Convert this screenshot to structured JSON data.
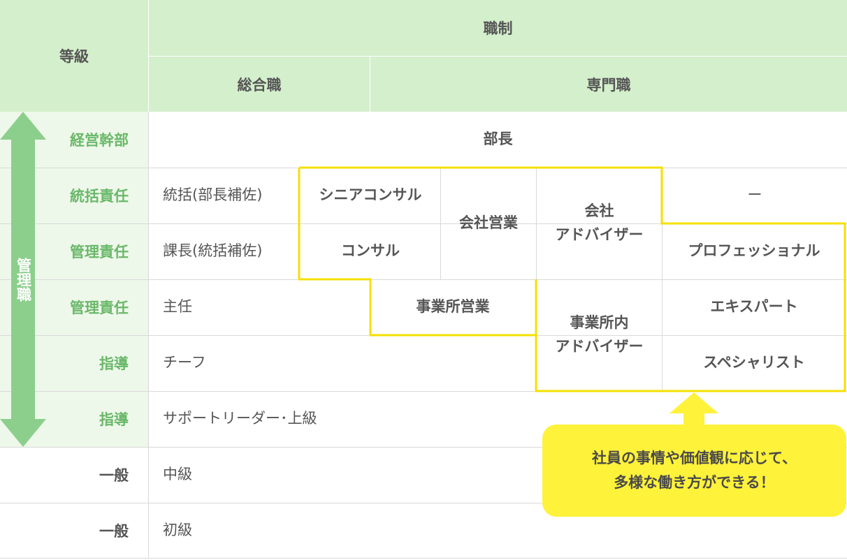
{
  "header": {
    "grade": "等級",
    "job_system": "職制",
    "general": "総合職",
    "specialist": "専門職"
  },
  "side_label": "管理職",
  "grades": [
    "経営幹部",
    "統括責任",
    "管理責任",
    "管理責任",
    "指導",
    "指導",
    "一般",
    "一般"
  ],
  "general_roles": [
    "統括(部長補佐)",
    "課長(統括補佐)",
    "主任",
    "チーフ",
    "サポートリーダー･上級",
    "中級",
    "初級"
  ],
  "top_role": "部長",
  "tracks": {
    "senior_consul": "シニアコンサル",
    "consul": "コンサル",
    "company_sales": "会社営業",
    "office_sales": "事業所営業",
    "company_adviser": "会社\nアドバイザー",
    "office_adviser": "事業所内\nアドバイザー",
    "dash": "ー",
    "professional": "プロフェッショナル",
    "expert": "エキスパート",
    "specialist": "スペシャリスト"
  },
  "callout": "社員の事情や価値観に応じて、\n多様な働き方ができる！",
  "colors": {
    "header_bg": "#d4efcc",
    "side_bg": "#eef8ea",
    "arrow": "#8ccf8c",
    "highlight": "#f5e000",
    "callout_bg": "#fff23a"
  }
}
